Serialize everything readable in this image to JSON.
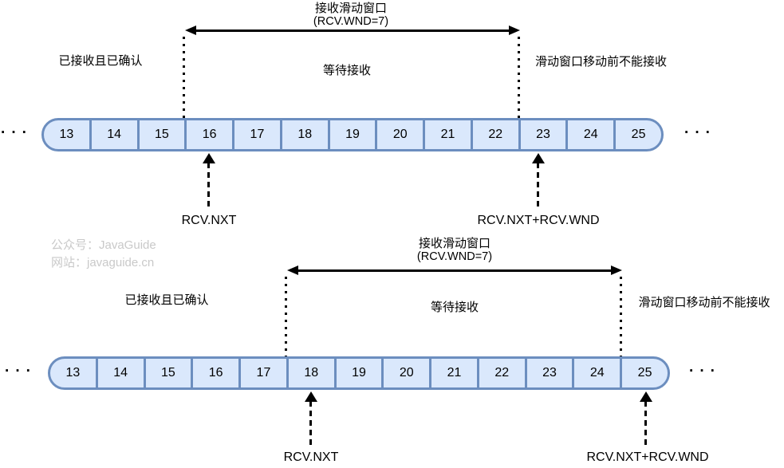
{
  "colors": {
    "cell_fill": "#dae8fc",
    "cell_stroke": "#6c8ebf",
    "line": "#000000",
    "watermark_text": "#c9c9c9"
  },
  "watermark": {
    "line1": "公众号：JavaGuide",
    "line2": "网站：javaguide.cn"
  },
  "ellipsis": "···",
  "top": {
    "title": "接收滑动窗口",
    "subtitle": "(RCV.WND=7)",
    "received_label": "已接收且已确认",
    "waiting_label": "等待接收",
    "blocked_label": "滑动窗口移动前不能接收",
    "rcv_nxt_label": "RCV.NXT",
    "rcv_nxt_wnd_label": "RCV.NXT+RCV.WND",
    "cells": [
      "13",
      "14",
      "15",
      "16",
      "17",
      "18",
      "19",
      "20",
      "21",
      "22",
      "23",
      "24",
      "25"
    ],
    "window": {
      "from_cell": "16",
      "to_cell": "22",
      "size": 7
    }
  },
  "bottom": {
    "title": "接收滑动窗口",
    "subtitle": "(RCV.WND=7)",
    "received_label": "已接收且已确认",
    "waiting_label": "等待接收",
    "blocked_label": "滑动窗口移动前不能接收",
    "rcv_nxt_label": "RCV.NXT",
    "rcv_nxt_wnd_label": "RCV.NXT+RCV.WND",
    "cells": [
      "13",
      "14",
      "15",
      "16",
      "17",
      "18",
      "19",
      "20",
      "21",
      "22",
      "23",
      "24",
      "25"
    ],
    "window": {
      "from_cell": "18",
      "to_cell": "24",
      "size": 7
    }
  }
}
